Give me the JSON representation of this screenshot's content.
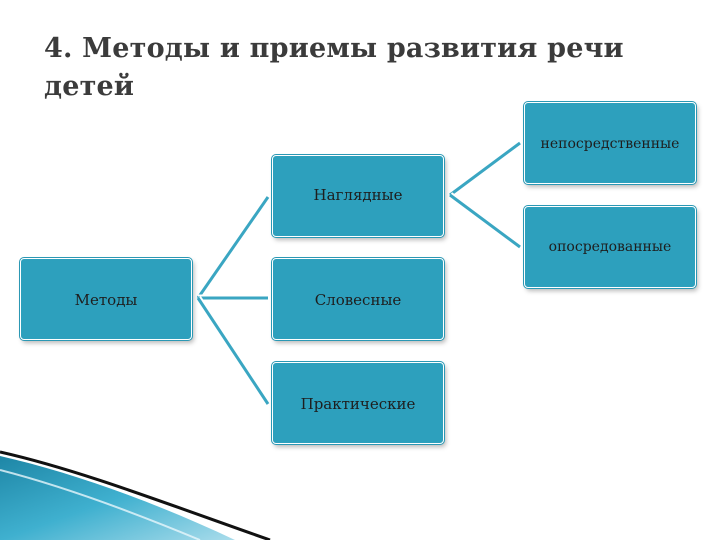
{
  "title": "4. Методы и приемы развития речи детей",
  "nodes": {
    "metody": "Методы",
    "nagladnye": "Наглядные",
    "slovesnye": "Словесные",
    "prakticheskie": "Практические",
    "neposredstvennye": "непосредственные",
    "oposredovannye": "опосредованные"
  },
  "colors": {
    "node_fill": "#2da0bd",
    "connector": "#3aa6c2",
    "title_text": "#3b3b3b"
  }
}
